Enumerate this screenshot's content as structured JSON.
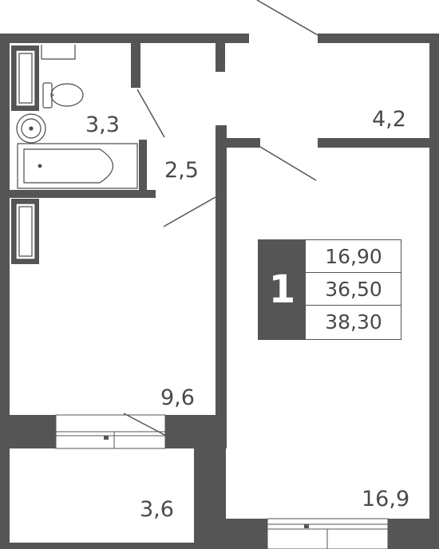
{
  "rooms": {
    "bathroom_area": "3,3",
    "hall_area": "2,5",
    "corridor_area": "4,2",
    "kitchen_area": "9,6",
    "living_room_area": "16,9",
    "balcony_area": "3,6"
  },
  "summary": {
    "room_count": "1",
    "living_area": "16,90",
    "total_area": "36,50",
    "area_with_balcony": "38,30"
  },
  "colors": {
    "wall": "#555555",
    "fixture_stroke": "#4a4a4a",
    "background": "#ffffff"
  }
}
